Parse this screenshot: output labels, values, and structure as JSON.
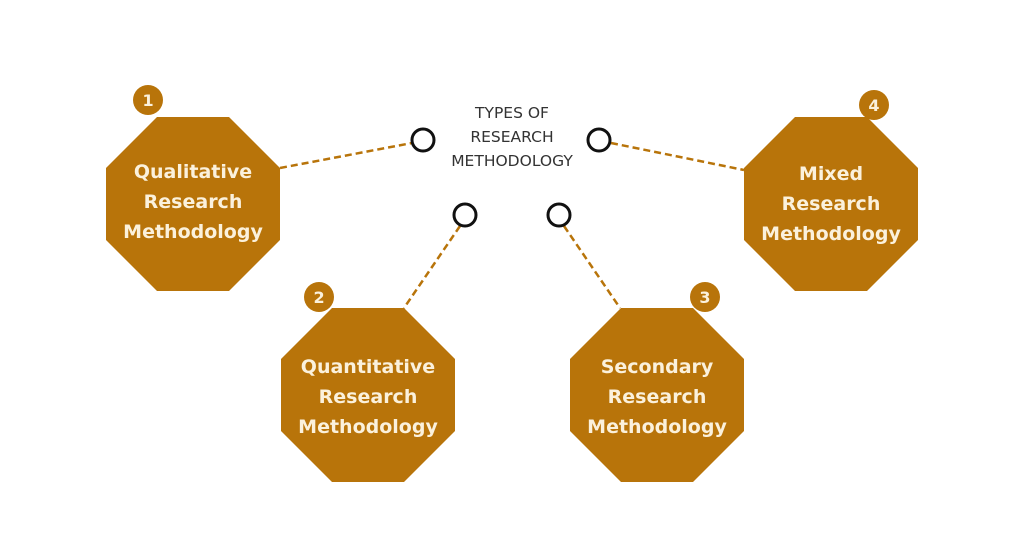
{
  "title": {
    "lines": [
      "TYPES OF",
      "RESEARCH",
      "METHODOLOGY"
    ]
  },
  "colors": {
    "accent": "#b8740a",
    "text_light": "#fbf1dc",
    "title_text": "#333333"
  },
  "items": [
    {
      "number": "1",
      "lines": [
        "Qualitative",
        "Research",
        "Methodology"
      ]
    },
    {
      "number": "2",
      "lines": [
        "Quantitative",
        "Research",
        "Methodology"
      ]
    },
    {
      "number": "3",
      "lines": [
        "Secondary",
        "Research",
        "Methodology"
      ]
    },
    {
      "number": "4",
      "lines": [
        "Mixed",
        "Research",
        "Methodology"
      ]
    }
  ]
}
